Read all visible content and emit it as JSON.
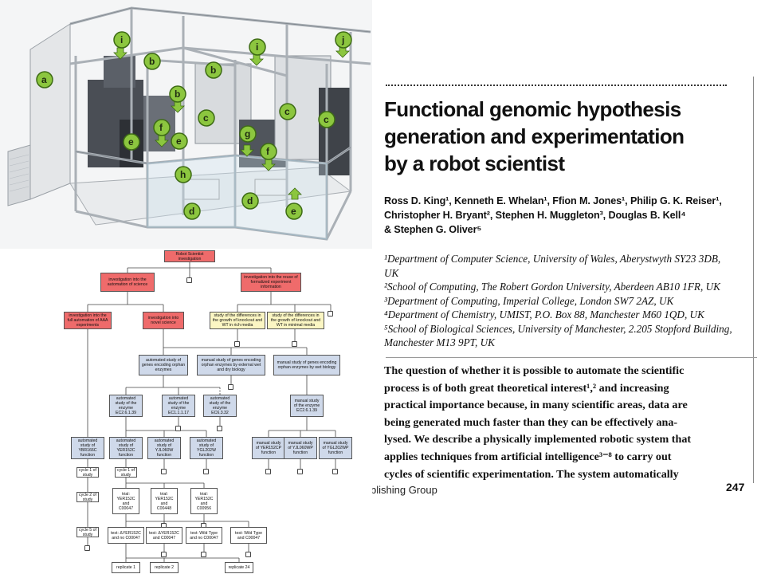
{
  "robot_figure": {
    "callouts": [
      {
        "id": "a",
        "label": "a"
      },
      {
        "id": "b1",
        "label": "b"
      },
      {
        "id": "b2",
        "label": "b"
      },
      {
        "id": "b3",
        "label": "b"
      },
      {
        "id": "c1",
        "label": "c"
      },
      {
        "id": "c2",
        "label": "c"
      },
      {
        "id": "c3",
        "label": "c"
      },
      {
        "id": "d1",
        "label": "d"
      },
      {
        "id": "d2",
        "label": "d"
      },
      {
        "id": "e1",
        "label": "e"
      },
      {
        "id": "e2",
        "label": "e"
      },
      {
        "id": "e3",
        "label": "e"
      },
      {
        "id": "f1",
        "label": "f"
      },
      {
        "id": "f2",
        "label": "f"
      },
      {
        "id": "g",
        "label": "g"
      },
      {
        "id": "h",
        "label": "h"
      },
      {
        "id": "i1",
        "label": "i"
      },
      {
        "id": "i2",
        "label": "i"
      },
      {
        "id": "j",
        "label": "j"
      }
    ],
    "colors": {
      "callout_fill": "#8cc63f",
      "frame": "#c8ccd0",
      "dark": "#3a3d42"
    }
  },
  "ontology": {
    "root": "Robot Scientist investigation",
    "nodes": {
      "n_auto": "investigation into the automation of science",
      "n_reuse": "investigation into the reuse of formalized experiment information",
      "n_full": "investigation into the full automation of AAA experiments",
      "n_novel": "investigation into novel science",
      "n_rich": "study of the differences in the growth of knockout and WT in rich media",
      "n_min": "study of the differences in the growth of knockout and WT in minimal media",
      "n_autogenes": "automated study of genes encoding orphan enzymes",
      "n_manualext": "manual study of genes encoding orphan enzymes by external wet and dry biology",
      "n_manualwet": "manual study of genes encoding orphan enzymes by wet biology",
      "n_ec1": "automated study of the enzyme EC2.6.1.39",
      "n_ec2": "automated study of the enzyme EC1.1.1.17",
      "n_ec3": "automated study of the enzyme EC6.3.32",
      "n_manualec": "manual study of the enzyme EC2.6.1.39",
      "n_ybr": "automated study of YBR166C function",
      "n_yer": "automated study of YER152C function",
      "n_yjl": "automated study of YJL060W function",
      "n_ygl": "automated study of YGL202W function",
      "n_myer": "manual study of YER152CP function",
      "n_myjl": "manual study of YJL060WP function",
      "n_mygl": "manual study of YGL202WP function",
      "n_cycle1a": "cycle 1 of study",
      "n_cycle1b": "cycle 1 of study",
      "n_cycle2": "cycle 2 of study",
      "n_cycle5": "cycle 5 of study",
      "n_trial1": "trial: YER152C and C00047",
      "n_trial2": "trial: YER152C and C00448",
      "n_trial3": "trial: YER152C and C00956",
      "n_test1": "test: ΔYER152C and no C00047",
      "n_test2": "test: ΔYER152C and C00047",
      "n_test3": "test: Wild Type and no C00047",
      "n_test4": "test: Wild Type and C00047",
      "n_rep1": "replicate 1",
      "n_rep2": "replicate 2",
      "n_rep24": "replicate 24"
    }
  },
  "paper": {
    "title_line1": "Functional genomic hypothesis",
    "title_line2": "generation and experimentation",
    "title_line3": "by a robot scientist",
    "authors_line1": "Ross D. King¹, Kenneth E. Whelan¹, Ffion M. Jones¹, Philip G. K. Reiser¹,",
    "authors_line2": "Christopher H. Bryant², Stephen H. Muggleton³, Douglas B. Kell⁴",
    "authors_line3": "& Stephen G. Oliver⁵",
    "affiliations": [
      "¹Department of Computer Science, University of Wales, Aberystwyth SY23 3DB,",
      "UK",
      "²School of Computing, The Robert Gordon University, Aberdeen AB10 1FR, UK",
      "³Department of Computing, Imperial College, London SW7 2AZ, UK",
      "⁴Department of Chemistry, UMIST, P.O. Box 88, Manchester M60 1QD, UK",
      "⁵School of Biological Sciences, University of Manchester, 2.205 Stopford Building,",
      "Manchester M13 9PT, UK"
    ],
    "abstract_lines": [
      "The question of whether it is possible to automate the scientific",
      "process is of both great theoretical interest¹,² and increasing",
      "practical importance because, in many scientific areas, data are",
      "being generated much faster than they can be effectively ana-",
      "lysed. We describe a physically implemented robotic system that",
      "applies techniques from artificial intelligence³⁻⁸ to carry out",
      "cycles of scientific experimentation. The system automatically"
    ],
    "publisher_fragment": "blishing Group",
    "page_number": "247"
  }
}
